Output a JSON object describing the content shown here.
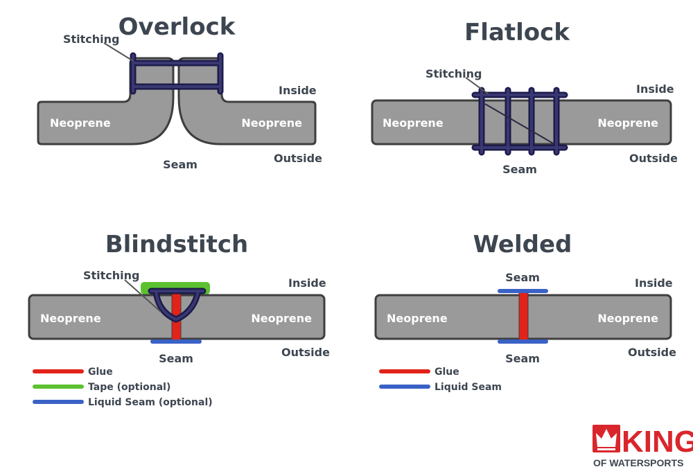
{
  "overlock": {
    "title": "Overlock",
    "stitching": "Stitching",
    "inside": "Inside",
    "outside": "Outside",
    "seam": "Seam",
    "neoprene_left": "Neoprene",
    "neoprene_right": "Neoprene"
  },
  "flatlock": {
    "title": "Flatlock",
    "stitching": "Stitching",
    "inside": "Inside",
    "outside": "Outside",
    "seam": "Seam",
    "neoprene_left": "Neoprene",
    "neoprene_right": "Neoprene"
  },
  "blindstitch": {
    "title": "Blindstitch",
    "stitching": "Stitching",
    "inside": "Inside",
    "outside": "Outside",
    "seam": "Seam",
    "neoprene_left": "Neoprene",
    "neoprene_right": "Neoprene",
    "legend": [
      {
        "label": "Glue",
        "color": "#e2231a"
      },
      {
        "label": "Tape (optional)",
        "color": "#5cc130"
      },
      {
        "label": "Liquid Seam (optional)",
        "color": "#3a62c6"
      }
    ]
  },
  "welded": {
    "title": "Welded",
    "inside": "Inside",
    "outside": "Outside",
    "seam_top": "Seam",
    "seam_bottom": "Seam",
    "neoprene_left": "Neoprene",
    "neoprene_right": "Neoprene",
    "legend": [
      {
        "label": "Glue",
        "color": "#e2231a"
      },
      {
        "label": "Liquid Seam",
        "color": "#3a62c6"
      }
    ]
  },
  "logo": {
    "line1": "KING",
    "line2": "OF WATERSPORTS",
    "icon": "crown-icon",
    "brand_color": "#d9262c"
  },
  "colors": {
    "neoprene": "#9a9a9a",
    "stitch": "#1c1b4a",
    "glue": "#e2231a",
    "tape": "#5cc130",
    "liquid_seam": "#3a62c6"
  }
}
